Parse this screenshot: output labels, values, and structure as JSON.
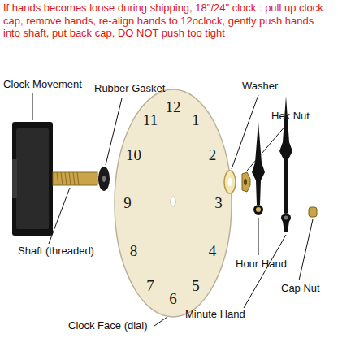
{
  "diagram": {
    "labels": [
      "If hands becomes loose during shipping, 18\"/24\" clock : pull up clock cap, remove hands, re-align hands to 12oclock, gently push hands into shaft, put back cap, DO NOT push too tight",
      "Clock Movement",
      "Rubber Gasket",
      "Washer",
      "Hex Nut",
      "Shaft (threaded)",
      "Hour Hand",
      "Cap Nut",
      "Minute Hand",
      "Clock Face (dial)",
      "12",
      "1",
      "2",
      "3",
      "4",
      "5",
      "6",
      "7",
      "8",
      "9",
      "10",
      "11"
    ]
  }
}
